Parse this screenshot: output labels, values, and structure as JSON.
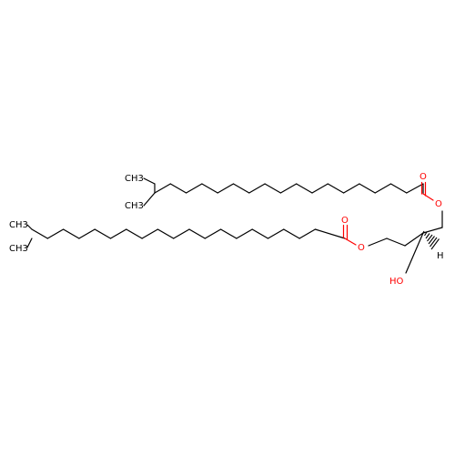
{
  "colors": {
    "carbon_bond": "#000000",
    "oxygen": "#ff0000",
    "background": "#ffffff"
  },
  "labels": {
    "top_ch3_a": "CH3",
    "top_ch3_b": "CH3",
    "top_carbonyl_o": "O",
    "top_ester_o": "O",
    "bottom_ch3_a": "CH3",
    "bottom_ch3_b": "CH3",
    "bottom_carbonyl_o": "O",
    "bottom_ester_o": "O",
    "hydroxyl": "HO",
    "stereo_h": "H"
  }
}
